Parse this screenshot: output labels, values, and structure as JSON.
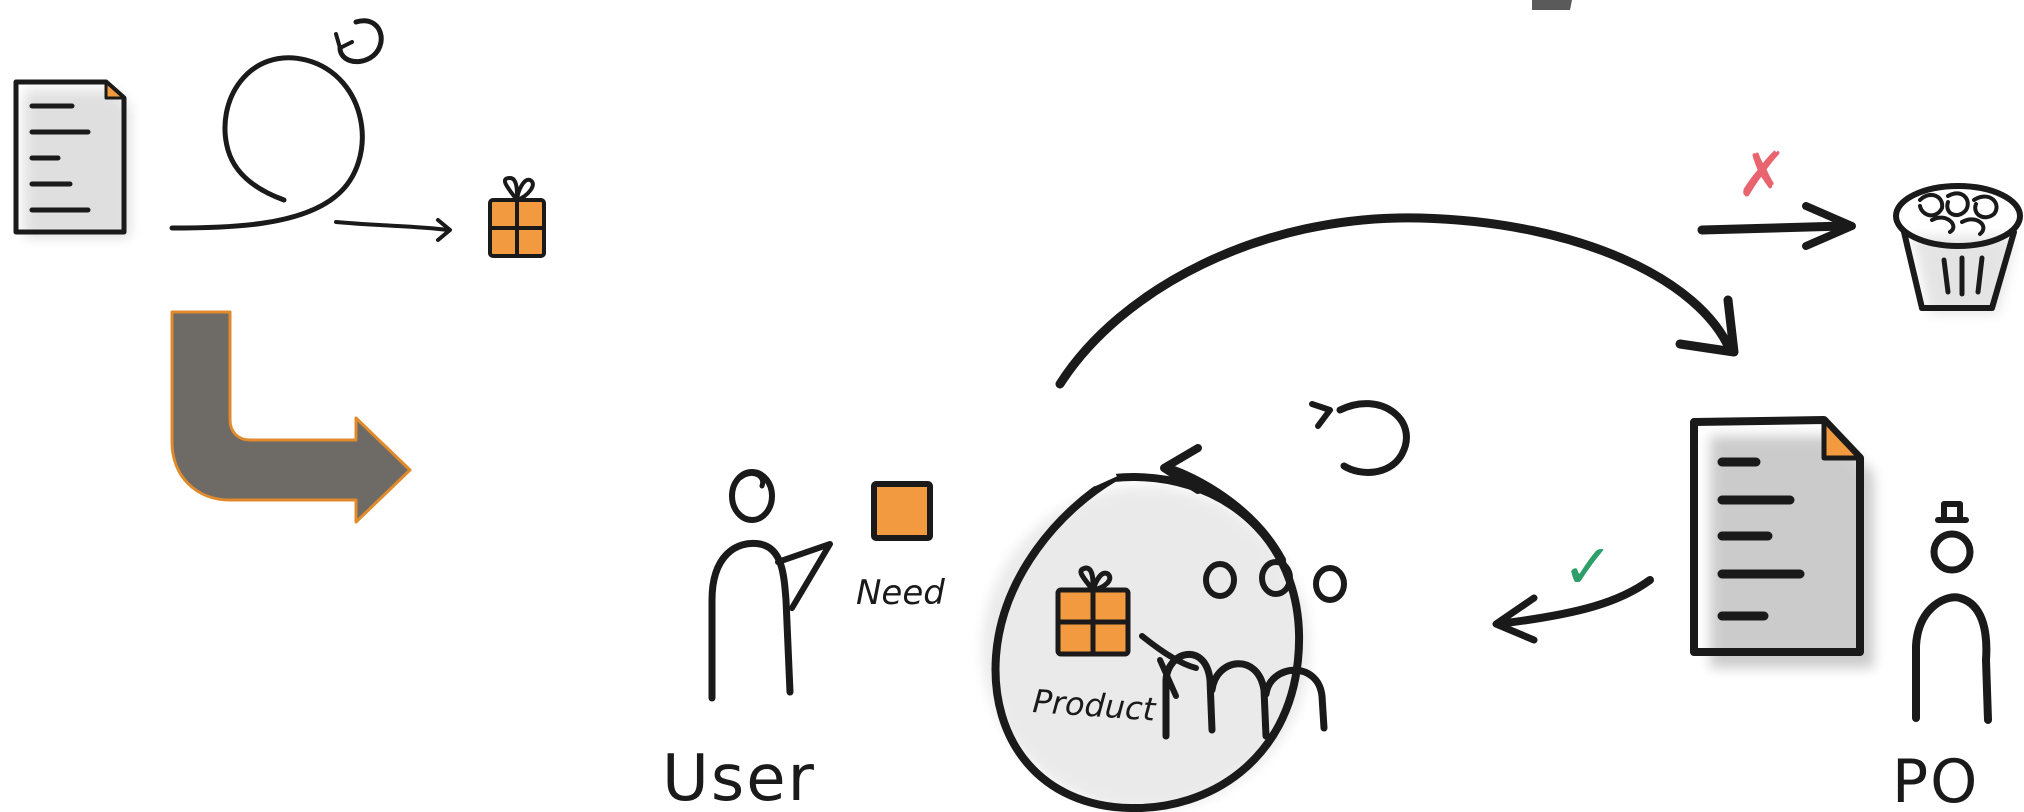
{
  "labels": {
    "user": "User",
    "need": "Need",
    "product": "Product",
    "po": "PO"
  },
  "marks": {
    "reject": "✗",
    "accept": "✓"
  },
  "colors": {
    "ink": "#1a1a1a",
    "accent_orange": "#f29a3f",
    "big_arrow_fill": "#6e6a66",
    "big_arrow_outline": "#e08a2c",
    "reject_red": "#e8656f",
    "accept_green": "#2e9e6a"
  },
  "icons": [
    "document-icon",
    "iteration-loop-icon",
    "gift-icon",
    "transition-arrow-icon",
    "user-figure-icon",
    "need-box-icon",
    "team-circle-icon",
    "product-gift-icon",
    "backlog-document-icon",
    "product-owner-figure-icon",
    "trash-bin-icon"
  ]
}
